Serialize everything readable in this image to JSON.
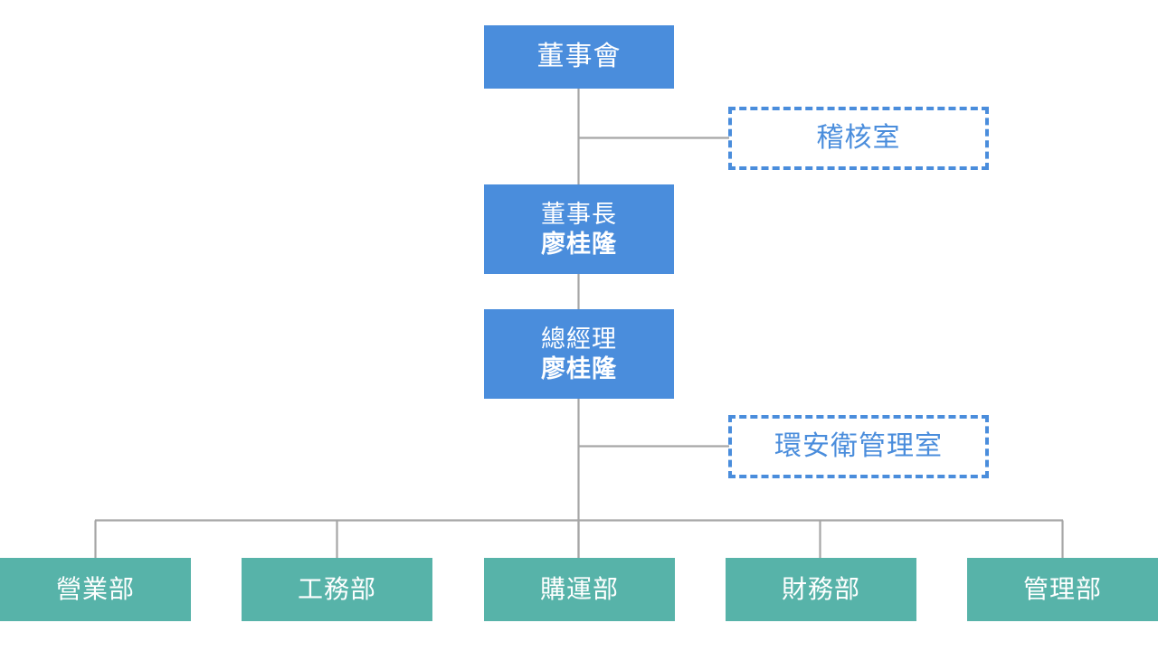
{
  "diagram": {
    "type": "organization-chart",
    "colors": {
      "primary_blue": "#4a8ddc",
      "secondary_teal": "#57b3a9",
      "connector_gray": "#a6a6a6",
      "background": "#ffffff",
      "text_on_fill": "#ffffff"
    },
    "nodes": {
      "board": {
        "label": "董事會"
      },
      "audit": {
        "label": "稽核室"
      },
      "chairman": {
        "title": "董事長",
        "name": "廖桂隆"
      },
      "general_manager": {
        "title": "總經理",
        "name": "廖桂隆"
      },
      "esh_office": {
        "label": "環安衛管理室"
      }
    },
    "departments": [
      {
        "label": "營業部"
      },
      {
        "label": "工務部"
      },
      {
        "label": "購運部"
      },
      {
        "label": "財務部"
      },
      {
        "label": "管理部"
      }
    ]
  }
}
